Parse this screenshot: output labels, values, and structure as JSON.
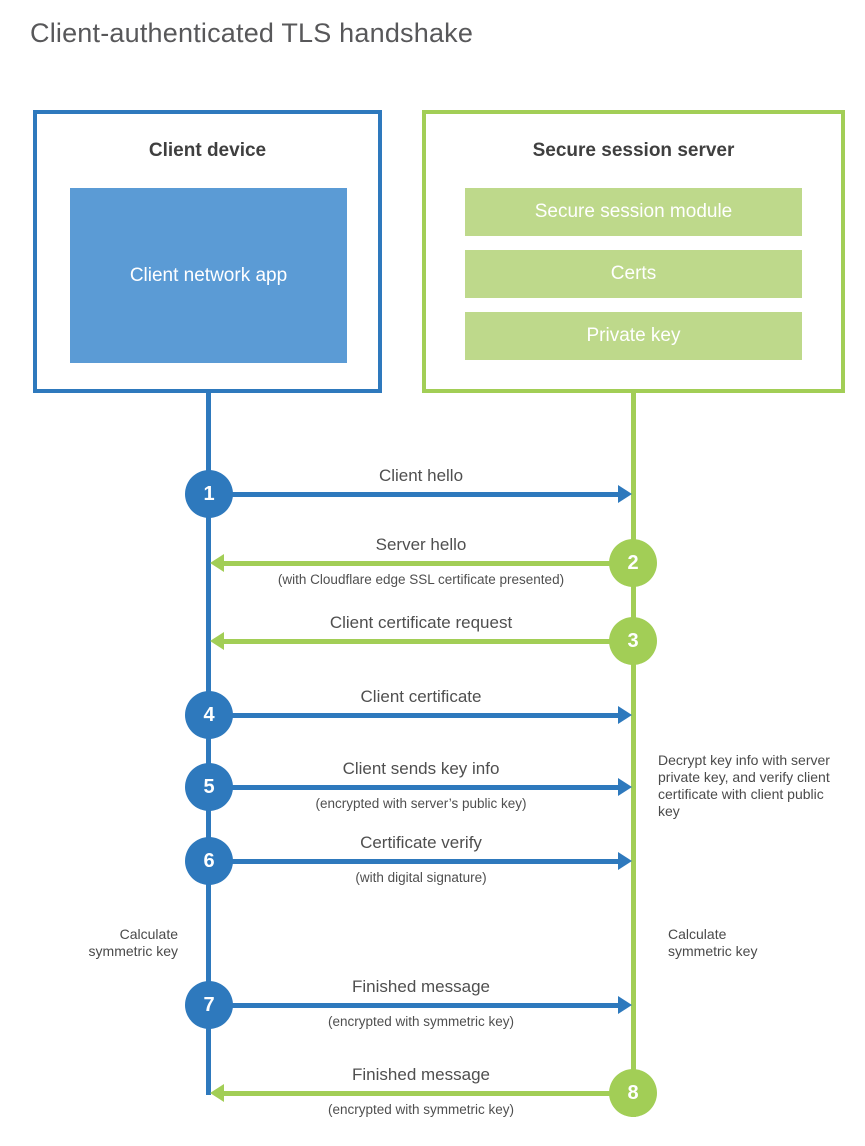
{
  "title": "Client-authenticated TLS handshake",
  "client_box": {
    "title": "Client device",
    "app_label": "Client network app"
  },
  "server_box": {
    "title": "Secure session server",
    "modules": [
      "Secure session module",
      "Certs",
      "Private key"
    ]
  },
  "steps": [
    {
      "num": "1",
      "label": "Client hello",
      "sub": "",
      "direction": "right",
      "actor": "client"
    },
    {
      "num": "2",
      "label": "Server hello",
      "sub": "(with Cloudflare edge SSL certificate presented)",
      "direction": "left",
      "actor": "server"
    },
    {
      "num": "3",
      "label": "Client certificate request",
      "sub": "",
      "direction": "left",
      "actor": "server"
    },
    {
      "num": "4",
      "label": "Client certificate",
      "sub": "",
      "direction": "right",
      "actor": "client"
    },
    {
      "num": "5",
      "label": "Client sends key info",
      "sub": "(encrypted with server’s public key)",
      "direction": "right",
      "actor": "client"
    },
    {
      "num": "6",
      "label": "Certificate verify",
      "sub": "(with digital signature)",
      "direction": "right",
      "actor": "client"
    },
    {
      "num": "7",
      "label": "Finished message",
      "sub": "(encrypted with symmetric key)",
      "direction": "right",
      "actor": "client"
    },
    {
      "num": "8",
      "label": "Finished message",
      "sub": "(encrypted with symmetric key)",
      "direction": "left",
      "actor": "server"
    }
  ],
  "notes": {
    "decrypt": "Decrypt key info with server private key, and verify client certificate with client public key",
    "calc_left": "Calculate symmetric key",
    "calc_right": "Calculate symmetric key"
  },
  "colors": {
    "blue": "#2e79bd",
    "blue_fill": "#5b9bd5",
    "green": "#a2ce56",
    "green_fill": "#bed98b"
  }
}
